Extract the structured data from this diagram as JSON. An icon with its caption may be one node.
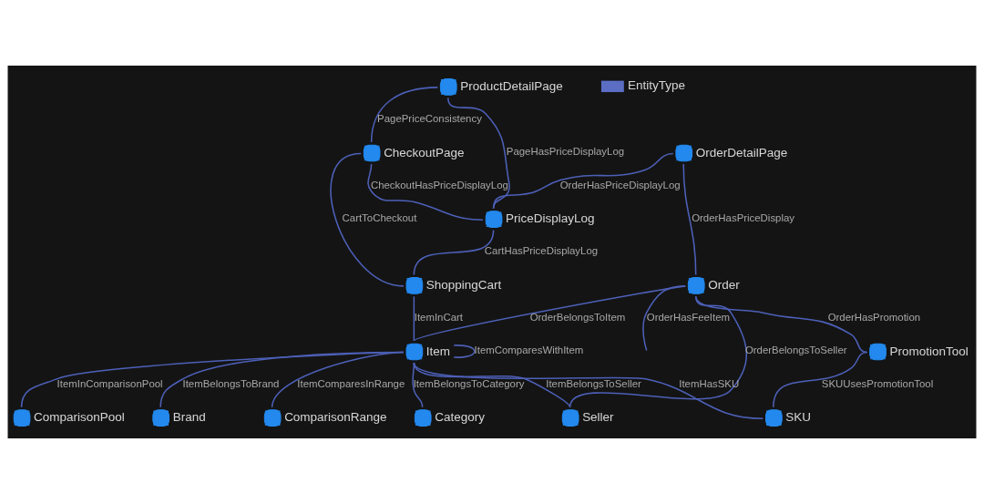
{
  "diagram": {
    "nodes": [
      {
        "text": [
          "OrderDetailPage"
        ]
      },
      {
        "text": [
          "Seller"
        ]
      },
      {
        "text": [
          "Brand"
        ]
      },
      {
        "text": [
          "Order"
        ]
      },
      {
        "text": [
          "ComparisonRange"
        ]
      },
      {
        "text": [
          "ProductDetailPage"
        ]
      },
      {
        "text": [
          "PriceDisplayLog"
        ]
      },
      {
        "text": [
          "Item"
        ]
      },
      {
        "text": [
          "PromotionTool"
        ]
      },
      {
        "text": [
          "Category"
        ]
      },
      {
        "text": [
          "CheckoutPage"
        ]
      },
      {
        "text": [
          "ShoppingCart"
        ]
      },
      {
        "text": [
          "ComparisonPool"
        ]
      },
      {
        "text": [
          "SKU"
        ]
      }
    ],
    "edges": [
      {
        "from": 3,
        "to": null,
        "arrow": "none",
        "label": "OrderHasFeeItem"
      },
      {
        "from": 3,
        "to": 1,
        "arrow": "none",
        "label": "OrderBelongsToSeller"
      },
      {
        "from": 0,
        "to": 3,
        "arrow": "none",
        "label": "OrderHasPriceDisplay"
      },
      {
        "from": 0,
        "to": 6,
        "arrow": "none",
        "label": "OrderHasPriceDisplayLog"
      },
      {
        "from": 3,
        "to": 7,
        "arrow": "none",
        "label": "OrderBelongsToItem"
      },
      {
        "from": 3,
        "to": 8,
        "arrow": "none",
        "label": "OrderHasPromotion"
      },
      {
        "from": 7,
        "to": 1,
        "arrow": "none",
        "label": "ItemBelongsToSeller"
      },
      {
        "from": 7,
        "to": 2,
        "arrow": "none",
        "label": "ItemBelongsToBrand"
      },
      {
        "from": 7,
        "to": 4,
        "arrow": "none",
        "label": "ItemComparesInRange"
      },
      {
        "from": 7,
        "to": 7,
        "arrow": "none",
        "label": "ItemComparesWithItem"
      },
      {
        "from": 7,
        "to": 9,
        "arrow": "none",
        "label": "ItemBelongsToCategory"
      },
      {
        "from": 7,
        "to": 12,
        "arrow": "none",
        "label": "ItemInComparisonPool"
      },
      {
        "from": 7,
        "to": 13,
        "arrow": "none",
        "label": "ItemHasSKU"
      },
      {
        "from": 11,
        "to": 7,
        "arrow": "none",
        "label": "ItemInCart"
      },
      {
        "from": 5,
        "to": 6,
        "arrow": "none",
        "label": "PageHasPriceDisplayLog"
      },
      {
        "from": 5,
        "to": 10,
        "arrow": "none",
        "label": "PagePriceConsistency"
      },
      {
        "from": 10,
        "to": 6,
        "arrow": "none",
        "label": "CheckoutHasPriceDisplayLog"
      },
      {
        "from": 6,
        "to": 11,
        "arrow": "none",
        "label": "CartHasPriceDisplayLog"
      },
      {
        "from": 8,
        "to": 13,
        "arrow": "none",
        "label": "SKUUsesPromotionTool"
      },
      {
        "from": 10,
        "to": 11,
        "arrow": "none",
        "label": "CartToCheckout"
      }
    ],
    "legend": [
      {
        "text": "EntityType",
        "color": "#5b6ec4"
      }
    ]
  }
}
